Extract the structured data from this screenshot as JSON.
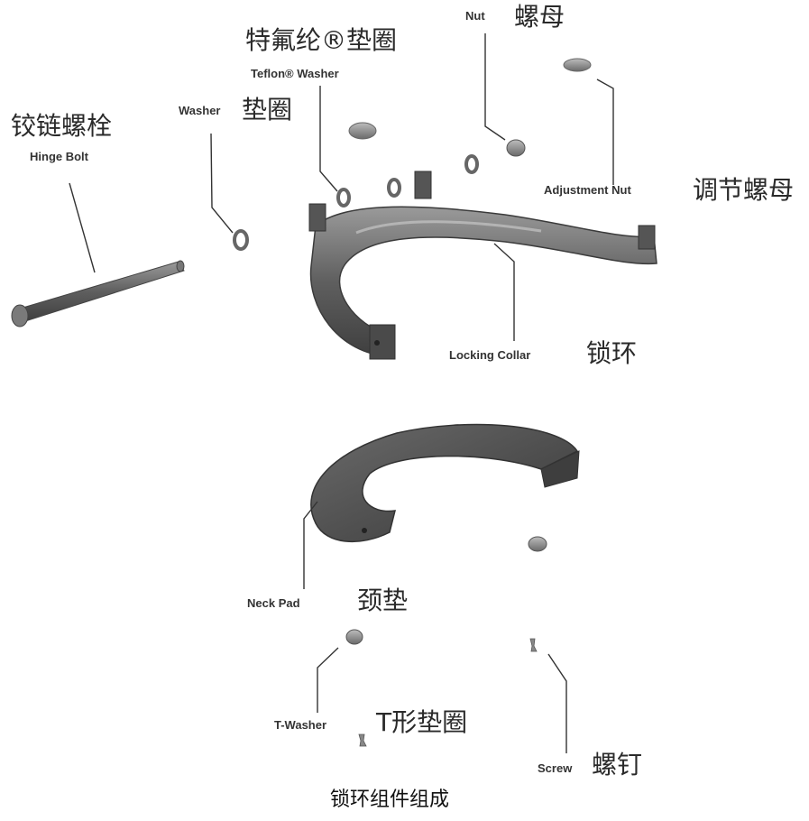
{
  "parts": {
    "hinge_bolt": {
      "zh": "铰链螺栓",
      "en": "Hinge Bolt"
    },
    "washer": {
      "en": "Washer",
      "zh": "垫圈"
    },
    "teflon_washer": {
      "zh": "特氟纶®垫圈",
      "en": "Teflon® Washer"
    },
    "nut": {
      "en": "Nut",
      "zh": "螺母"
    },
    "adjustment_nut": {
      "en": "Adjustment Nut",
      "zh": "调节螺母"
    },
    "locking_collar": {
      "en": "Locking Collar",
      "zh": "锁环"
    },
    "neck_pad": {
      "en": "Neck Pad",
      "zh": "颈垫"
    },
    "t_washer": {
      "en": "T-Washer",
      "zh": "T形垫圈"
    },
    "screw": {
      "en": "Screw",
      "zh": "螺钉"
    }
  },
  "caption": "锁环组件组成",
  "colors": {
    "metal_dark": "#4a4a4a",
    "metal_mid": "#6e6e6e",
    "metal_light": "#9a9a9a",
    "leader": "#333333"
  }
}
